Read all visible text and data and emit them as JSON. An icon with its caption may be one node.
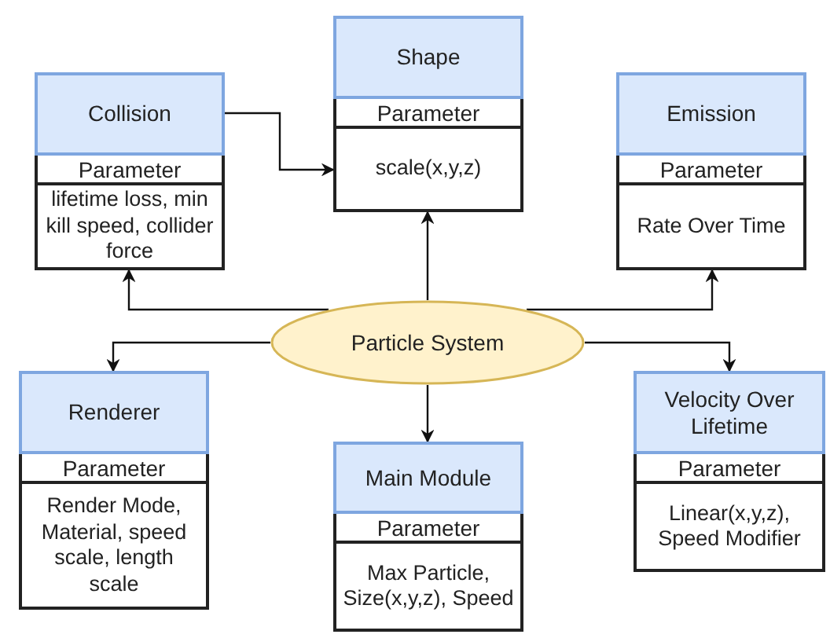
{
  "diagram": {
    "nodes": [
      {
        "text": [
          "Shape",
          "Parameter",
          "scale(x,y,z)"
        ]
      },
      {
        "text": [
          "Collision",
          "Parameter",
          "lifetime loss, min kill speed, collider force"
        ]
      },
      {
        "text": [
          "Emission",
          "Parameter",
          "Rate Over Time"
        ]
      },
      {
        "text": [
          "Particle System"
        ]
      },
      {
        "text": [
          "Renderer",
          "Parameter",
          "Render Mode, Material, speed scale, length scale"
        ]
      },
      {
        "text": [
          "Velocity Over Lifetime",
          "Parameter",
          "Linear(x,y,z), Speed Modifier"
        ]
      },
      {
        "text": [
          "Main Module",
          "Parameter",
          "Max Particle, Size(x,y,z), Speed"
        ]
      }
    ],
    "edges": [
      {
        "from": 3,
        "to": 0,
        "arrow": "to"
      },
      {
        "from": 3,
        "to": 1,
        "arrow": "to"
      },
      {
        "from": 3,
        "to": 2,
        "arrow": "to"
      },
      {
        "from": 1,
        "to": 0,
        "arrow": "to"
      },
      {
        "from": 3,
        "to": 4,
        "arrow": "to"
      },
      {
        "from": 3,
        "to": 5,
        "arrow": "to"
      },
      {
        "from": 3,
        "to": 6,
        "arrow": "to"
      }
    ]
  }
}
